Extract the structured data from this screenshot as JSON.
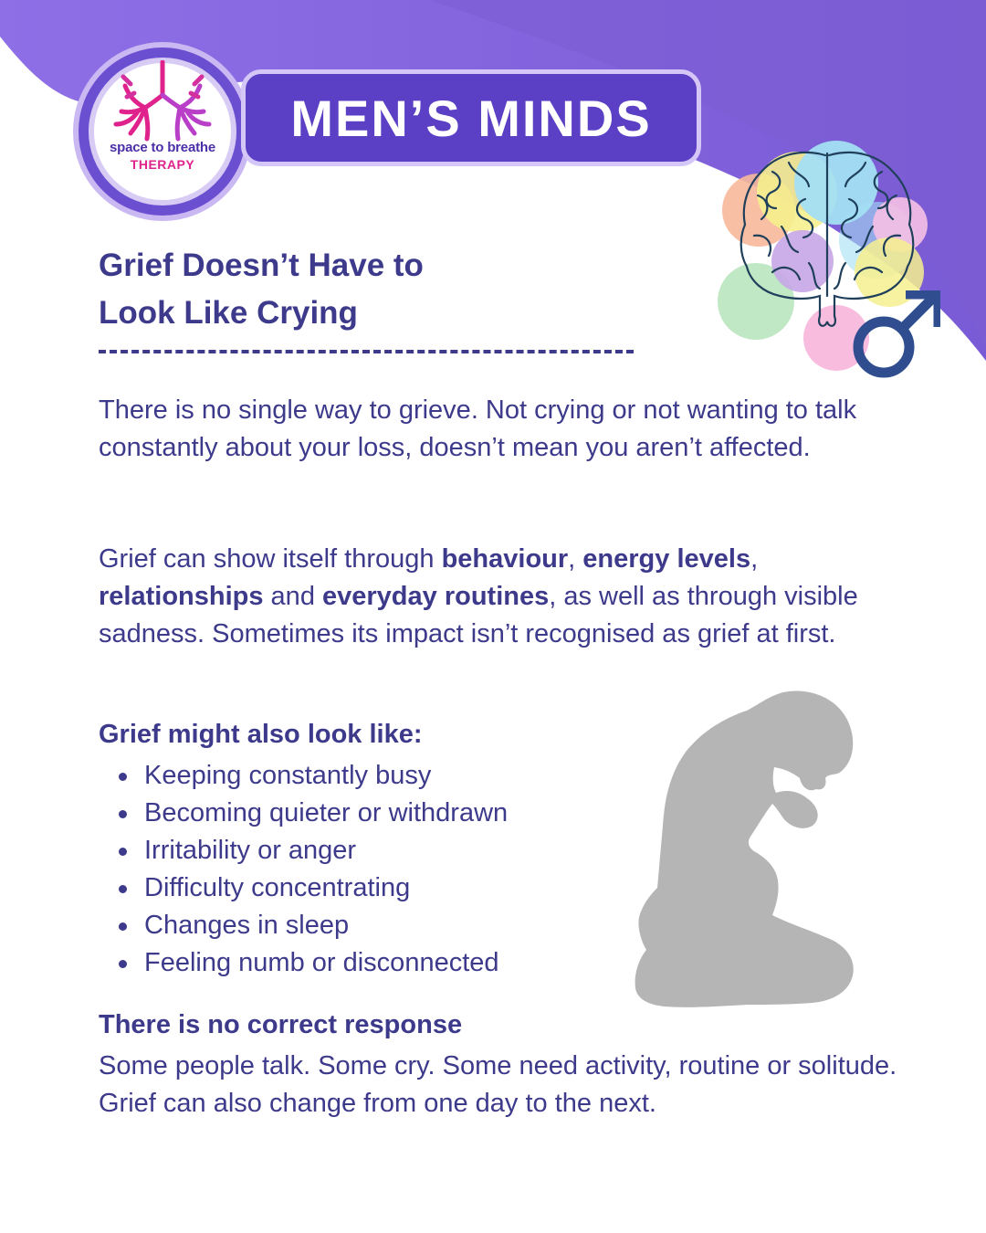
{
  "brand": {
    "logo_line1": "space to breathe",
    "logo_line2": "THERAPY",
    "banner_title": "MEN’S MINDS"
  },
  "colors": {
    "primary": "#3d3a8c",
    "banner": "#5b3fc4",
    "swoosh": "#8b6fe0",
    "logo_pink": "#e0238c",
    "silhouette": "#b5b5b5",
    "male_symbol": "#2f4d8f"
  },
  "icons": {
    "logo": "lungs-icon",
    "brain": "brain-icon",
    "male": "male-symbol-icon",
    "person": "kneeling-person-silhouette"
  },
  "content": {
    "heading_line1": "Grief Doesn’t Have to",
    "heading_line2": "Look Like Crying",
    "intro": "There is no single way to grieve. Not crying or not wanting to talk constantly about your loss, doesn’t mean you aren’t affected.",
    "p2": {
      "t1": "Grief can show itself through ",
      "b1": "behaviour",
      "t2": ", ",
      "b2": "energy levels",
      "t3": ", ",
      "b3": "relationships",
      "t4": " and ",
      "b4": "everyday routines",
      "t5": ", as well as through visible sadness. Sometimes its impact isn’t recognised as grief at first."
    },
    "list_heading": "Grief might also look like:",
    "list_items": [
      "Keeping constantly busy",
      "Becoming quieter or withdrawn",
      "Irritability or anger",
      "Difficulty concentrating",
      "Changes in sleep",
      "Feeling numb or disconnected"
    ],
    "closing_heading": "There is no correct response",
    "closing_text": "Some people talk. Some cry. Some need activity, routine or solitude. Grief can also change from one day to the next."
  }
}
